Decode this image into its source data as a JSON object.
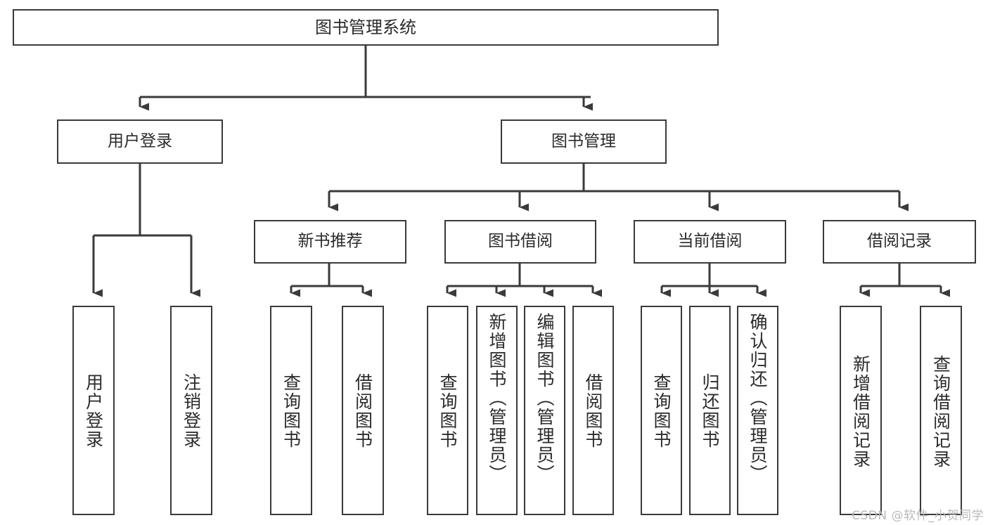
{
  "diagram": {
    "title": "图书管理系统",
    "type": "tree",
    "root": {
      "id": "root",
      "label": "图书管理系统"
    },
    "level2": [
      {
        "id": "user-login",
        "label": "用户登录"
      },
      {
        "id": "book-manage",
        "label": "图书管理"
      }
    ],
    "level3": [
      {
        "id": "new-book-recommend",
        "label": "新书推荐"
      },
      {
        "id": "book-borrow",
        "label": "图书借阅"
      },
      {
        "id": "current-borrow",
        "label": "当前借阅"
      },
      {
        "id": "borrow-record",
        "label": "借阅记录"
      }
    ],
    "leaves": [
      {
        "id": "leaf-user-login",
        "label": "用户登录",
        "parent": "user-login"
      },
      {
        "id": "leaf-logout-login",
        "label": "注销登录",
        "parent": "user-login"
      },
      {
        "id": "leaf-query-book-1",
        "label": "查询图书",
        "parent": "new-book-recommend"
      },
      {
        "id": "leaf-borrow-book-1",
        "label": "借阅图书",
        "parent": "new-book-recommend"
      },
      {
        "id": "leaf-query-book-2",
        "label": "查询图书",
        "parent": "book-borrow"
      },
      {
        "id": "leaf-add-book",
        "label": "新增图书（管理员）",
        "parent": "book-borrow"
      },
      {
        "id": "leaf-edit-book",
        "label": "编辑图书（管理员）",
        "parent": "book-borrow"
      },
      {
        "id": "leaf-borrow-book-2",
        "label": "借阅图书",
        "parent": "book-borrow"
      },
      {
        "id": "leaf-query-book-3",
        "label": "查询图书",
        "parent": "current-borrow"
      },
      {
        "id": "leaf-return-book",
        "label": "归还图书",
        "parent": "current-borrow"
      },
      {
        "id": "leaf-confirm-return",
        "label": "确认归还（管理员）",
        "parent": "current-borrow"
      },
      {
        "id": "leaf-add-record",
        "label": "新增借阅记录",
        "parent": "borrow-record"
      },
      {
        "id": "leaf-query-record",
        "label": "查询借阅记录",
        "parent": "borrow-record"
      }
    ],
    "colors": {
      "stroke": "#3a3a3a",
      "text": "#2b2b2b",
      "background": "#ffffff",
      "watermark": "#b9b9b9"
    }
  },
  "watermark": {
    "text": "CSDN @软件_小贺同学"
  }
}
